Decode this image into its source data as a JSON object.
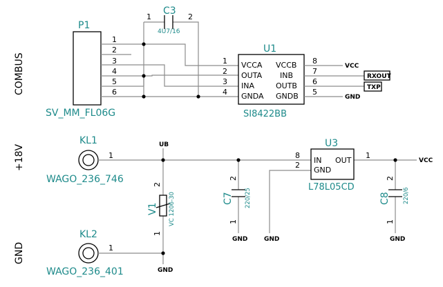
{
  "nets": {
    "combus": "COMBUS",
    "plus18v": "+18V",
    "gnd_side": "GND",
    "ub": "UB",
    "vcc1": "VCC",
    "gnd1": "GND",
    "rxout": "RXOUT",
    "txp": "TXP",
    "vcc2": "VCC",
    "gnd_c7": "GND",
    "gnd_u3": "GND",
    "gnd_c8": "GND",
    "gnd_kl2": "GND"
  },
  "P1": {
    "ref": "P1",
    "value": "SV_MM_FL06G",
    "pins": [
      "1",
      "2",
      "3",
      "4",
      "5",
      "6"
    ]
  },
  "C3": {
    "ref": "C3",
    "value": "4U7/16",
    "pin1": "1",
    "pin2": "2"
  },
  "U1": {
    "ref": "U1",
    "value": "SI8422BB",
    "left_pins": [
      {
        "num": "1",
        "name": "VCCA"
      },
      {
        "num": "2",
        "name": "OUTA"
      },
      {
        "num": "3",
        "name": "INA"
      },
      {
        "num": "4",
        "name": "GNDA"
      }
    ],
    "right_pins": [
      {
        "num": "8",
        "name": "VCCB"
      },
      {
        "num": "7",
        "name": "INB"
      },
      {
        "num": "6",
        "name": "OUTB"
      },
      {
        "num": "5",
        "name": "GNDB"
      }
    ]
  },
  "KL1": {
    "ref": "KL1",
    "value": "WAGO_236_746",
    "pin": "1"
  },
  "KL2": {
    "ref": "KL2",
    "value": "WAGO_236_401",
    "pin": "1"
  },
  "V1": {
    "ref": "V1",
    "value": "VC 1206-30",
    "pin_top": "2",
    "pin_bottom": "1"
  },
  "C7": {
    "ref": "C7",
    "value": "220/25",
    "pin_top": "2",
    "pin_bottom": "1"
  },
  "C8": {
    "ref": "C8",
    "value": "220/6",
    "pin_top": "2",
    "pin_bottom": "1"
  },
  "U3": {
    "ref": "U3",
    "value": "L78L05CD",
    "pins": [
      {
        "num": "8",
        "name": "IN"
      },
      {
        "num": "2",
        "name": "GND"
      },
      {
        "num": "1",
        "name": "OUT"
      }
    ]
  }
}
